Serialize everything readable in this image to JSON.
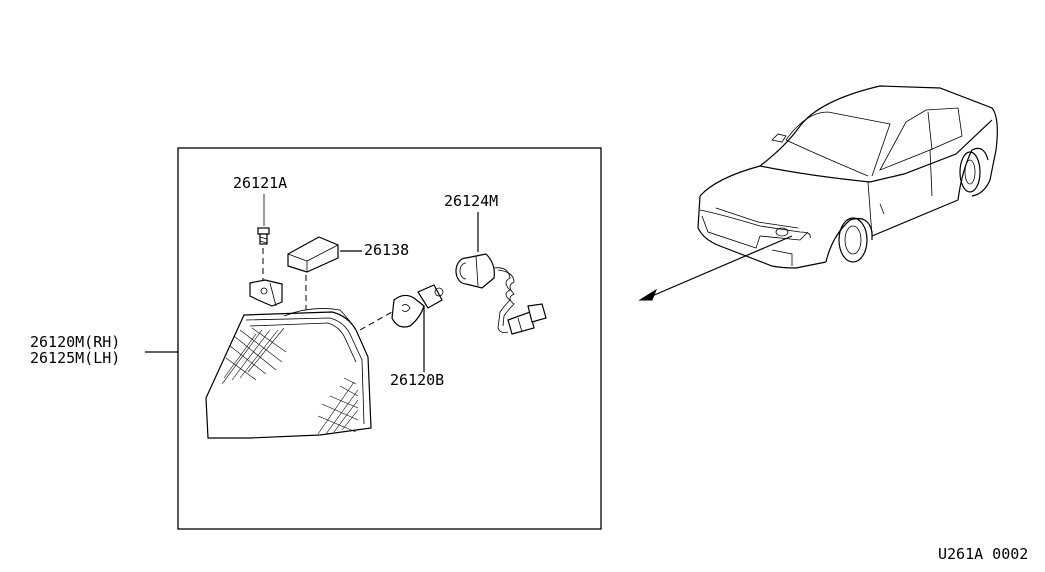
{
  "labels": {
    "screw": "26121A",
    "pad": "26138",
    "socket": "26124M",
    "bulb": "26120B",
    "lamp_rh": "26120M(RH)",
    "lamp_lh": "26125M(LH)",
    "figure_code": "U261A 0002"
  }
}
